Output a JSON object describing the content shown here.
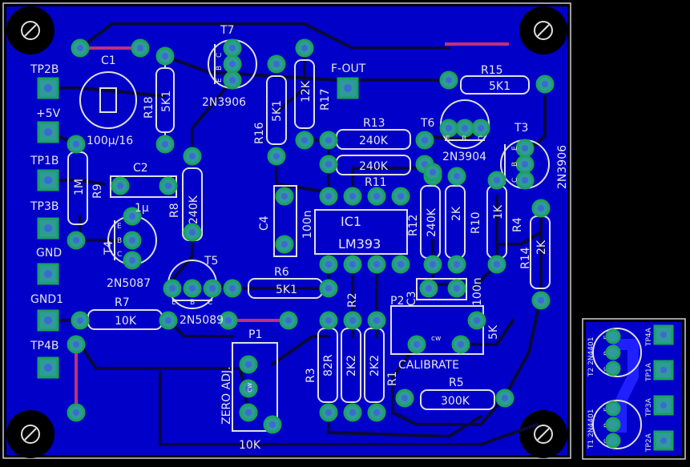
{
  "components": {
    "testpoints": [
      "TP2B",
      "+5V",
      "TP1B",
      "TP3B",
      "GND",
      "GND1",
      "TP4B",
      "F-OUT"
    ],
    "transistors": [
      {
        "ref": "T7",
        "type": "2N3906"
      },
      {
        "ref": "T6",
        "type": "2N3904"
      },
      {
        "ref": "T3",
        "type": "2N3906"
      },
      {
        "ref": "T4",
        "type": "2N5087"
      },
      {
        "ref": "T5",
        "type": "2N5089"
      }
    ],
    "resistors": [
      {
        "ref": "R18",
        "value": "5K1"
      },
      {
        "ref": "R16",
        "value": "5K1"
      },
      {
        "ref": "R17",
        "value": "12K"
      },
      {
        "ref": "R15",
        "value": "5K1"
      },
      {
        "ref": "R13",
        "value": "240K"
      },
      {
        "ref": "R11",
        "value": "240K"
      },
      {
        "ref": "R9",
        "value": "1M"
      },
      {
        "ref": "R8",
        "value": "240K"
      },
      {
        "ref": "R12",
        "value": "240K"
      },
      {
        "ref": "R10",
        "value": "2K"
      },
      {
        "ref": "R4",
        "value": "1K"
      },
      {
        "ref": "R14",
        "value": "2K"
      },
      {
        "ref": "R6",
        "value": "5K1"
      },
      {
        "ref": "R7",
        "value": "10K"
      },
      {
        "ref": "R3",
        "value": "82R"
      },
      {
        "ref": "R2",
        "value": "2K2"
      },
      {
        "ref": "R1",
        "value": "2K2"
      },
      {
        "ref": "R5",
        "value": "300K"
      }
    ],
    "capacitors": [
      {
        "ref": "C1",
        "value": "100µ/16"
      },
      {
        "ref": "C2",
        "value": "1µ"
      },
      {
        "ref": "C4",
        "value": "100n"
      },
      {
        "ref": "C3",
        "value": "100n"
      }
    ],
    "ic": {
      "ref": "IC1",
      "part": "LM393"
    },
    "pots": [
      {
        "ref": "P1",
        "value": "10K",
        "label": "ZERO ADJ.",
        "cw": "cw"
      },
      {
        "ref": "P2",
        "value": "5K",
        "label": "CALIBRATE",
        "cw": "cw"
      }
    ],
    "side_board": {
      "transistors": [
        "T2 2N4401",
        "T1 2N4401"
      ],
      "testpoints": [
        "TP4A",
        "TP1A",
        "TP3A",
        "TP2A"
      ],
      "pins": [
        "E",
        "B",
        "C"
      ]
    },
    "pin_letters": {
      "e": "E",
      "b": "B",
      "c": "C"
    }
  },
  "colors": {
    "board": "#0000c8",
    "copper_dark": "#0a0a3a",
    "pad": "#2f9a9a",
    "pad_ring": "#1aa35a",
    "jumper": "#c0307a",
    "silk": "#e0e0e0"
  }
}
